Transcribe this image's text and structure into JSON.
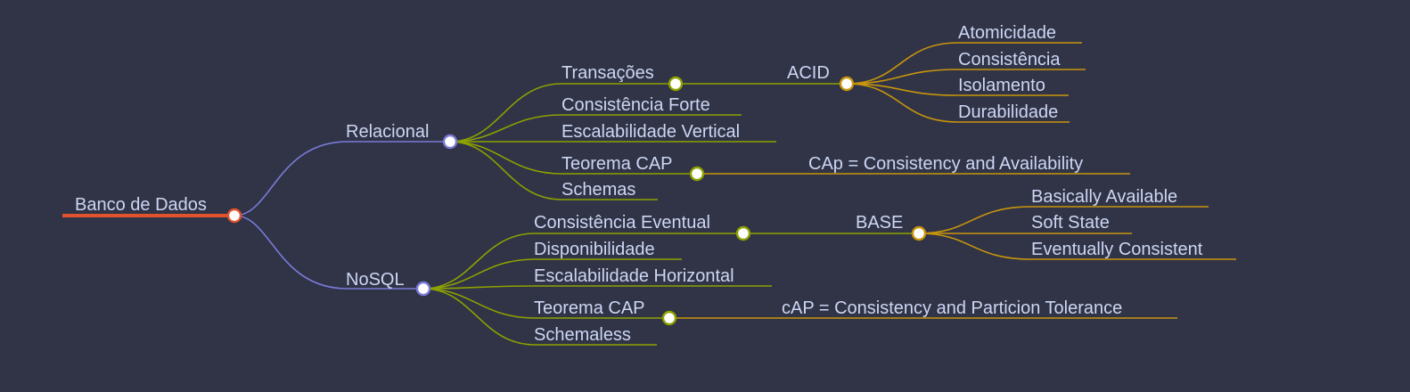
{
  "mindmap": {
    "root": "Banco de Dados",
    "colors": {
      "background": "#303446",
      "root": "#e2532d",
      "level1": "#7a7ad8",
      "level2": "#8da101",
      "level3": "#c9950c",
      "text": "#cdd6f4"
    },
    "relacional": {
      "label": "Relacional",
      "children": [
        "Transações",
        "Consistência Forte",
        "Escalabilidade Vertical",
        "Teorema CAP",
        "Schemas"
      ],
      "acid": {
        "label": "ACID",
        "children": [
          "Atomicidade",
          "Consistência",
          "Isolamento",
          "Durabilidade"
        ]
      },
      "cap": "CAp = Consistency and Availability"
    },
    "nosql": {
      "label": "NoSQL",
      "children": [
        "Consistência Eventual",
        "Disponibilidade",
        "Escalabilidade Horizontal",
        "Teorema CAP",
        "Schemaless"
      ],
      "base": {
        "label": "BASE",
        "children": [
          "Basically Available",
          "Soft State",
          "Eventually Consistent"
        ]
      },
      "cap": "cAP = Consistency and Particion Tolerance"
    }
  }
}
